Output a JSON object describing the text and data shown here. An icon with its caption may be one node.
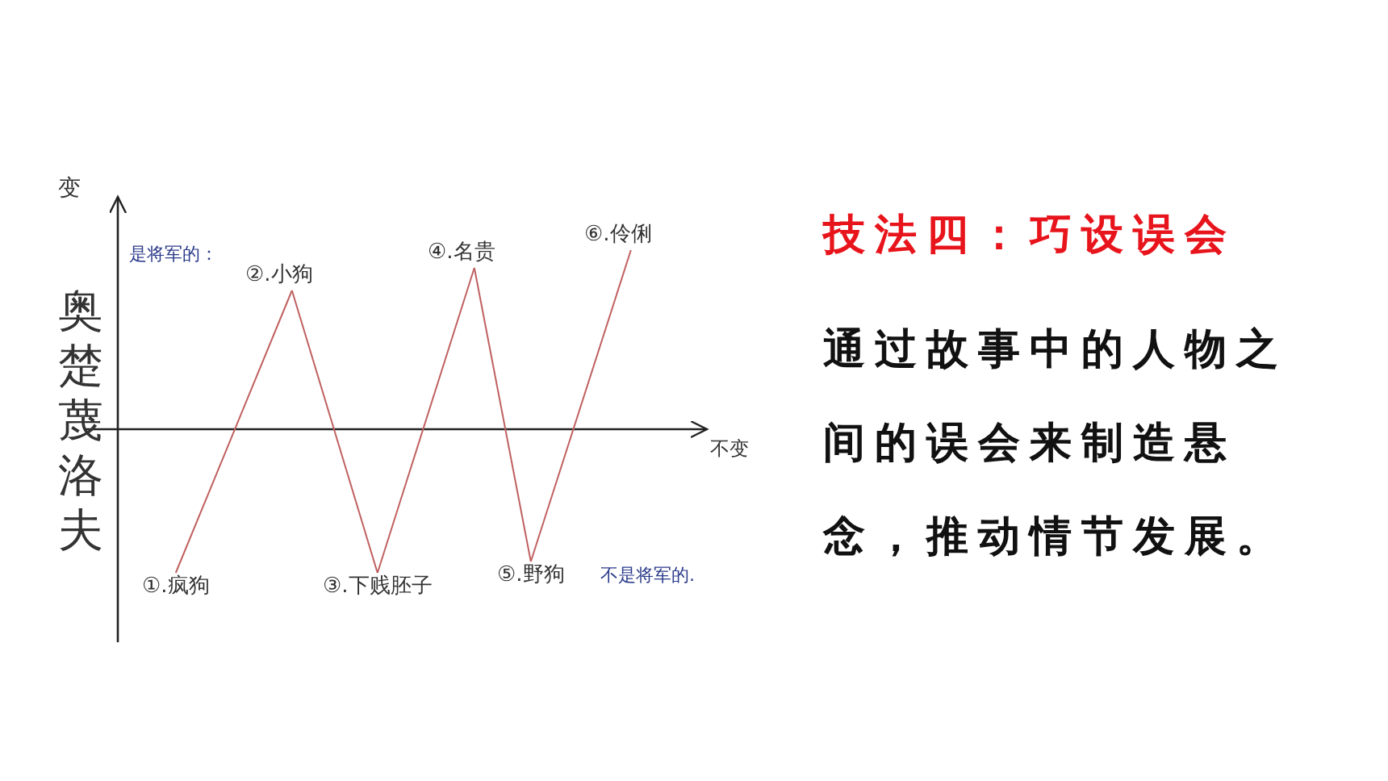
{
  "diagram": {
    "title": "技法四：巧设误会",
    "nodes": [
      {
        "text": [
          "①.疯狗"
        ]
      },
      {
        "text": [
          "②.小狗"
        ]
      },
      {
        "text": [
          "③.下贱胚子"
        ]
      },
      {
        "text": [
          "④.名贵"
        ]
      },
      {
        "text": [
          "⑤.野狗"
        ]
      },
      {
        "text": [
          "⑥.伶俐"
        ]
      }
    ],
    "edges": [
      {
        "from": 0,
        "to": 1,
        "arrow": "none"
      },
      {
        "from": 1,
        "to": 2,
        "arrow": "none"
      },
      {
        "from": 2,
        "to": 3,
        "arrow": "none"
      },
      {
        "from": 3,
        "to": 4,
        "arrow": "none"
      },
      {
        "from": 4,
        "to": 5,
        "arrow": "none"
      }
    ],
    "labels": [
      "变",
      "是将军的：",
      "奥楚蔑洛夫",
      "不变",
      "不是将军的.",
      "通过故事中的人物之间的误会来制造悬念，推动情节发展。"
    ]
  }
}
